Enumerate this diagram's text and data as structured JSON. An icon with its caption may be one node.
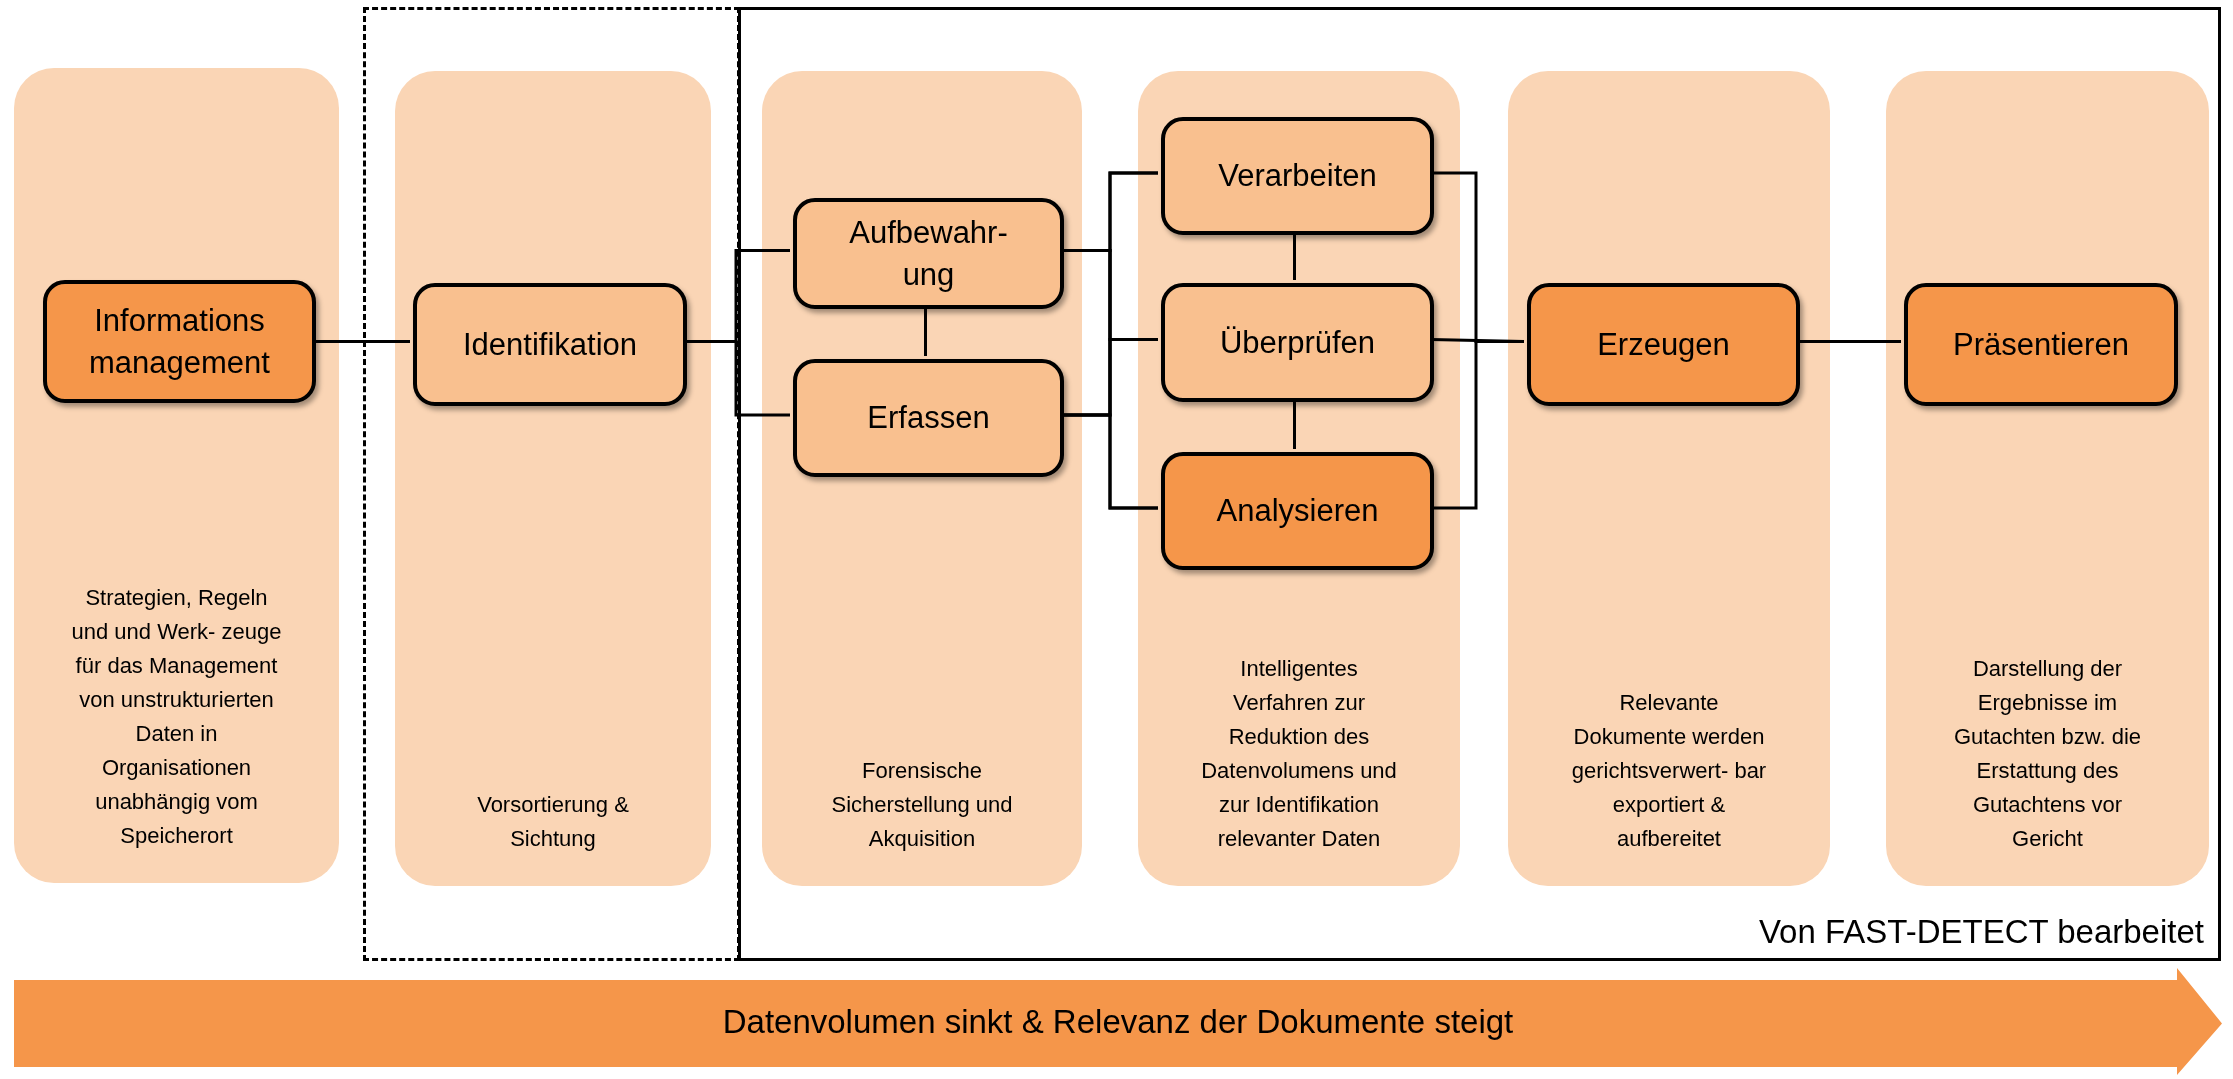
{
  "diagram": {
    "nodes": [
      {
        "text": [
          "Strategien, Regeln und und Werk- zeuge für das Management von unstrukturierten Daten in Organisationen unabhängig vom Speicherort"
        ]
      },
      {
        "text": [
          "Informations management"
        ],
        "in": 0
      },
      {
        "text": [],
        "shape": "box"
      },
      {
        "text": [
          "Vorsortierung & Sichtung"
        ],
        "in": 2
      },
      {
        "text": [
          "Identifikation"
        ],
        "in": 3
      },
      {
        "text": [
          "Von FAST-DETECT bearbeitet"
        ]
      },
      {
        "text": [
          "Forensische Sicherstellung und Akquisition"
        ],
        "in": 5
      },
      {
        "text": [
          "Aufbewahr- ung"
        ],
        "in": 6
      },
      {
        "text": [
          "Erfassen"
        ],
        "in": 6
      },
      {
        "text": [
          "Intelligentes Verfahren zur Reduktion des Datenvolumens und zur Identifikation relevanter Daten"
        ],
        "in": 5
      },
      {
        "text": [
          "Verarbeiten"
        ],
        "in": 9
      },
      {
        "text": [
          "Überprüfen"
        ],
        "in": 9
      },
      {
        "text": [
          "Analysieren"
        ],
        "in": 9
      },
      {
        "text": [
          "Relevante Dokumente werden gerichtsverwert- bar exportiert & aufbereitet"
        ],
        "in": 5
      },
      {
        "text": [
          "Erzeugen"
        ],
        "in": 13
      },
      {
        "text": [
          "Darstellung der Ergebnisse im Gutachten bzw. die Erstattung des Gutachtens vor Gericht"
        ],
        "in": 5
      },
      {
        "text": [
          "Präsentieren"
        ],
        "in": 15
      },
      {
        "text": [
          "Datenvolumen sinkt & Relevanz der Dokumente steigt"
        ]
      }
    ],
    "edges": [
      {
        "from": 1,
        "to": 4,
        "arrow": "none"
      },
      {
        "from": 4,
        "to": 7,
        "arrow": "none"
      },
      {
        "from": 4,
        "to": 8,
        "arrow": "none"
      },
      {
        "from": 7,
        "to": 8,
        "arrow": "none"
      },
      {
        "from": 7,
        "to": 10,
        "arrow": "none"
      },
      {
        "from": 7,
        "to": 11,
        "arrow": "none"
      },
      {
        "from": 7,
        "to": 12,
        "arrow": "none"
      },
      {
        "from": 8,
        "to": 10,
        "arrow": "none"
      },
      {
        "from": 8,
        "to": 11,
        "arrow": "none"
      },
      {
        "from": 8,
        "to": 12,
        "arrow": "none"
      },
      {
        "from": 10,
        "to": 11,
        "arrow": "none"
      },
      {
        "from": 11,
        "to": 12,
        "arrow": "none"
      },
      {
        "from": 10,
        "to": 14,
        "arrow": "none"
      },
      {
        "from": 11,
        "to": 14,
        "arrow": "none"
      },
      {
        "from": 12,
        "to": 14,
        "arrow": "none"
      },
      {
        "from": 14,
        "to": 16,
        "arrow": "none"
      }
    ]
  }
}
